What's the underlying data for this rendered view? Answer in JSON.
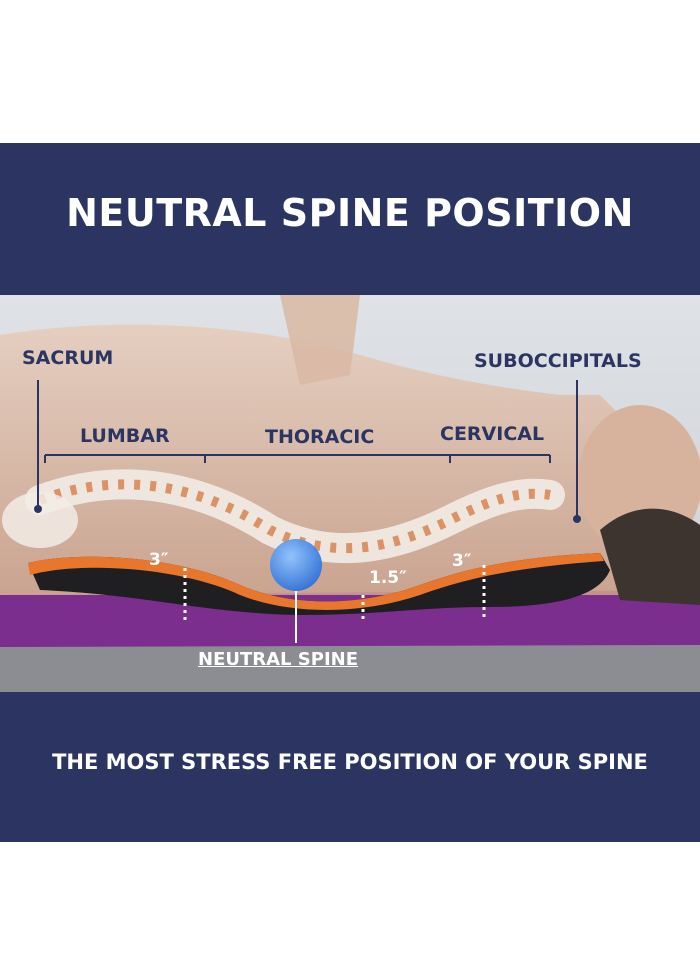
{
  "header": {
    "title": "NEUTRAL SPINE POSITION"
  },
  "footer": {
    "subtitle": "THE MOST STRESS FREE POSITION OF YOUR SPINE"
  },
  "labels": {
    "sacrum": "SACRUM",
    "suboccipitals": "SUBOCCIPITALS",
    "lumbar": "LUMBAR",
    "thoracic": "THORACIC",
    "cervical": "CERVICAL",
    "neutral_spine": "NEUTRAL SPINE"
  },
  "measurements": {
    "left": "3″",
    "center": "1.5″",
    "right": "3″"
  },
  "colors": {
    "banner": "#2c3562",
    "label_text": "#2c3562",
    "stretcher": "#e8762c",
    "mat": "#7b2e8e",
    "neutral_marker": "#3b82e6"
  }
}
